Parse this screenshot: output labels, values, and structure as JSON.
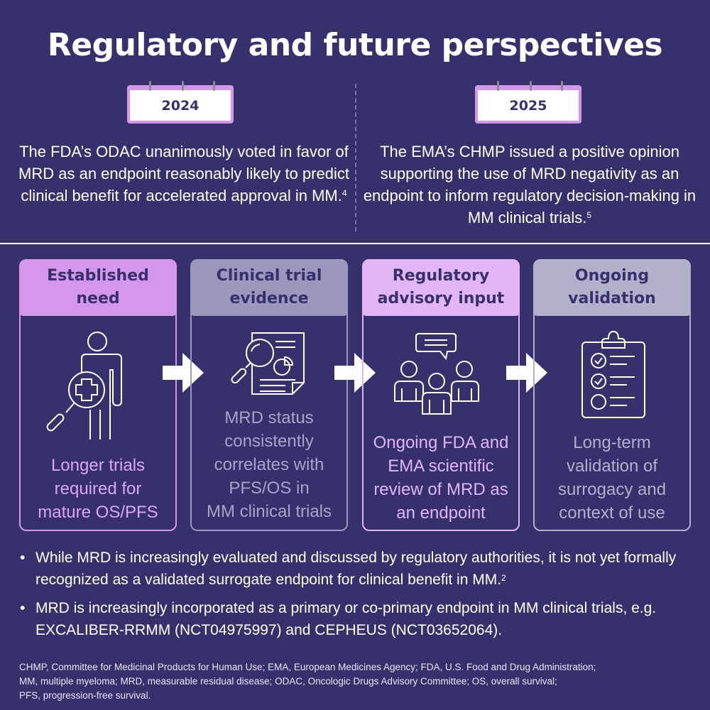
{
  "title": "Regulatory and future perspectives",
  "timeline": [
    {
      "year": "2024",
      "text": "The FDA’s ODAC unanimously voted in favor of MRD as an endpoint reasonably likely to predict clinical benefit for accelerated approval in MM.",
      "ref": "4"
    },
    {
      "year": "2025",
      "text": "The EMA’s CHMP issued a positive opinion supporting the use of MRD negativity as an endpoint to inform regulatory decision-making in MM clinical trials.",
      "ref": "5"
    }
  ],
  "cards": [
    {
      "heading_line1": "Established",
      "heading_line2": "need",
      "icon": "person-magnifier-medical-cross-icon",
      "body": [
        "Longer trials",
        "required for",
        "mature OS/PFS"
      ],
      "accent": "#d497ec",
      "text_color": "#dba6f2"
    },
    {
      "heading_line1": "Clinical trial",
      "heading_line2": "evidence",
      "icon": "document-magnifier-chart-icon",
      "body": [
        "MRD status",
        "consistently",
        "correlates with",
        "PFS/OS in",
        "MM clinical trials"
      ],
      "accent": "#9c97bd",
      "text_color": "#a8a4c8"
    },
    {
      "heading_line1": "Regulatory",
      "heading_line2": "advisory input",
      "icon": "group-discussion-icon",
      "body": [
        "Ongoing FDA and",
        "EMA scientific",
        "review of MRD as",
        "an endpoint"
      ],
      "accent": "#e2b6f5",
      "text_color": "#e2b6f5"
    },
    {
      "heading_line1": "Ongoing",
      "heading_line2": "validation",
      "icon": "clipboard-checklist-icon",
      "body": [
        "Long-term",
        "validation of",
        "surrogacy and",
        "context of use"
      ],
      "accent": "#b3b0cc",
      "text_color": "#b3b0cc"
    }
  ],
  "bullets": [
    {
      "text": "While MRD is increasingly evaluated and discussed by regulatory authorities, it is not yet formally recognized as a validated surrogate endpoint for clinical benefit in MM.",
      "ref": "2"
    },
    {
      "text": "MRD is increasingly incorporated as a primary or co-primary endpoint in MM clinical trials, e.g. EXCALIBER-RRMM (NCT04975997) and CEPHEUS (NCT03652064).",
      "ref": ""
    }
  ],
  "footnote": [
    "CHMP, Committee for Medicinal Products for Human Use; EMA, European Medicines Agency; FDA, U.S. Food and Drug Administration;",
    "MM, multiple myeloma; MRD, measurable residual disease; ODAC, Oncologic Drugs Advisory Committee; OS, overall survival;",
    "PFS, progression-free survival."
  ],
  "colors": {
    "background": "#36306c",
    "calendar_border": "#d497ec"
  }
}
